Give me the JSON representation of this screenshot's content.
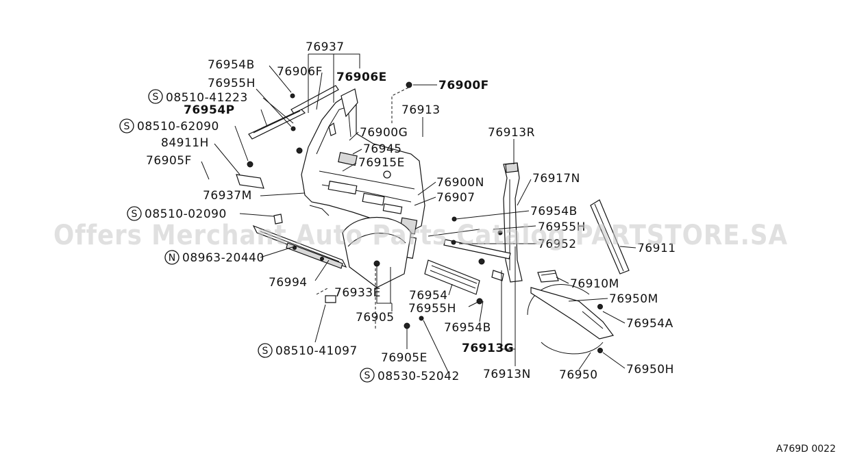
{
  "labels": {
    "p76937": "76937",
    "p76954B_a": "76954B",
    "p76906F": "76906F",
    "p76906E": "76906E",
    "p76955H_a": "76955H",
    "s08510_41223": "08510-41223",
    "p76954P": "76954P",
    "s08510_62090": "08510-62090",
    "p84911H": "84911H",
    "p76905F": "76905F",
    "p76937M": "76937M",
    "s08510_02090": "08510-02090",
    "n08963_20440": "08963-20440",
    "p76994": "76994",
    "p76933E": "76933E",
    "p76905": "76905",
    "s08510_41097": "08510-41097",
    "p76905E": "76905E",
    "s08530_52042": "08530-52042",
    "p76900F": "76900F",
    "p76913": "76913",
    "p76900G": "76900G",
    "p76945": "76945",
    "p76915E": "76915E",
    "p76900N": "76900N",
    "p76907": "76907",
    "p76954": "76954",
    "p76955H_b": "76955H",
    "p76954B_b": "76954B",
    "p76913G": "76913G",
    "p76913N": "76913N",
    "p76913R": "76913R",
    "p76917N": "76917N",
    "p76954B_c": "76954B",
    "p76955H_c": "76955H",
    "p76952": "76952",
    "p76911": "76911",
    "p76910M": "76910M",
    "p76950M": "76950M",
    "p76954A": "76954A",
    "p76950": "76950",
    "p76950H": "76950H"
  },
  "symbols": {
    "standard": "S",
    "nut": "N"
  },
  "diagram_ref": "A769D 0022",
  "watermark": "Offers Merchant Auto Parts Catalog PARTSTORE.SA"
}
